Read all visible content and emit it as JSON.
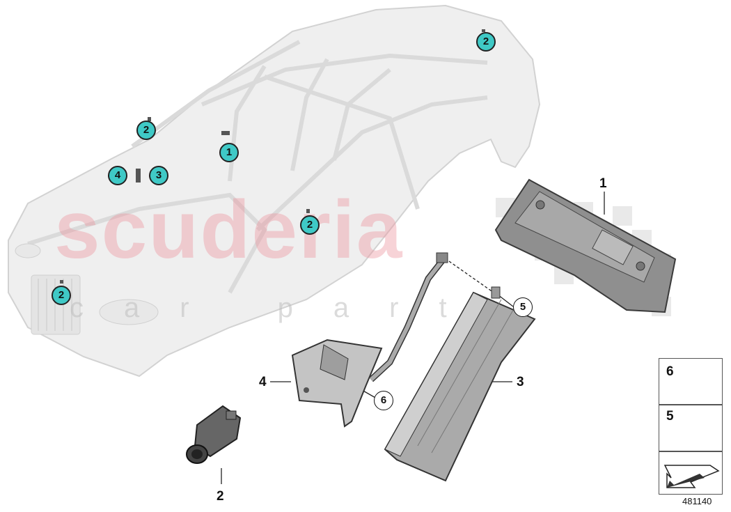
{
  "watermark": {
    "main": "scuderia",
    "sub": "car part"
  },
  "callouts": [
    {
      "id": "c1",
      "text": "1"
    },
    {
      "id": "c2a",
      "text": "2"
    },
    {
      "id": "c2b",
      "text": "2"
    },
    {
      "id": "c2c",
      "text": "2"
    },
    {
      "id": "c2d",
      "text": "2"
    },
    {
      "id": "c3",
      "text": "3"
    },
    {
      "id": "c4",
      "text": "4"
    }
  ],
  "part_labels": {
    "p1": "1",
    "p2": "2",
    "p3": "3",
    "p4": "4"
  },
  "ring_labels": {
    "r5": "5",
    "r6": "6"
  },
  "legend": {
    "item6": "6",
    "item5": "5"
  },
  "diagram_number": "481140",
  "colors": {
    "callout_fill": "#3fc9c6",
    "car_body": "#efefef",
    "watermark": "#eb96a0"
  }
}
